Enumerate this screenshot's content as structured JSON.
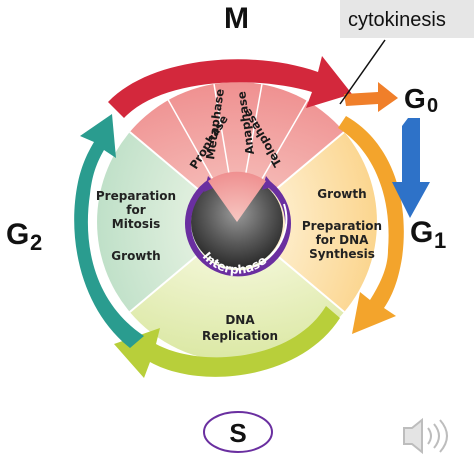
{
  "labels": {
    "m_phase": "M",
    "g0": "G",
    "g0_sub": "0",
    "g1": "G",
    "g1_sub": "1",
    "g2": "G",
    "g2_sub": "2",
    "s_phase": "S",
    "cytokinesis": "cytokinesis",
    "interphase": "Interphase"
  },
  "mitosis_stages": [
    "Prophase",
    "Metaphase",
    "Anaphase",
    "Telophase"
  ],
  "sectors": {
    "g2": [
      "Preparation",
      "for",
      "Mitosis",
      "Growth"
    ],
    "g1": [
      "Growth",
      "Preparation",
      "for DNA",
      "Synthesis"
    ],
    "s": [
      "DNA",
      "Replication"
    ]
  },
  "icons": {
    "speaker": "speaker-icon"
  },
  "colors": {
    "m_arrow": "#d3283c",
    "g0_arrow": "#f07f2a",
    "g1_arrow": "#f3a42c",
    "g1_return_arrow": "#2e72c8",
    "s_arrow": "#b8cf3a",
    "g2_arrow": "#2a9c8f",
    "mitosis_fill": "#f2a3a3",
    "g1_fill": "#fde5b8",
    "g2_fill": "#d3ebd6",
    "s_fill": "#e9f0c2",
    "center_fill": "#555555",
    "interphase_ring": "#6a2fa0"
  }
}
